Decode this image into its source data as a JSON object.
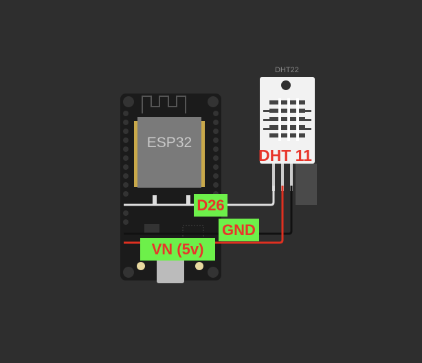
{
  "board": {
    "name": "ESP32"
  },
  "sensor": {
    "model": "DHT22"
  },
  "labels": {
    "sensor": "DHT 11",
    "data": "D26",
    "ground": "GND",
    "power": "VN (5v)"
  },
  "colors": {
    "background": "#2e2e2e",
    "label_bg": "#6df04a",
    "label_text": "#e8352a",
    "wire_data": "#e0e0e0",
    "wire_gnd": "#111111",
    "wire_power": "#e03020"
  }
}
